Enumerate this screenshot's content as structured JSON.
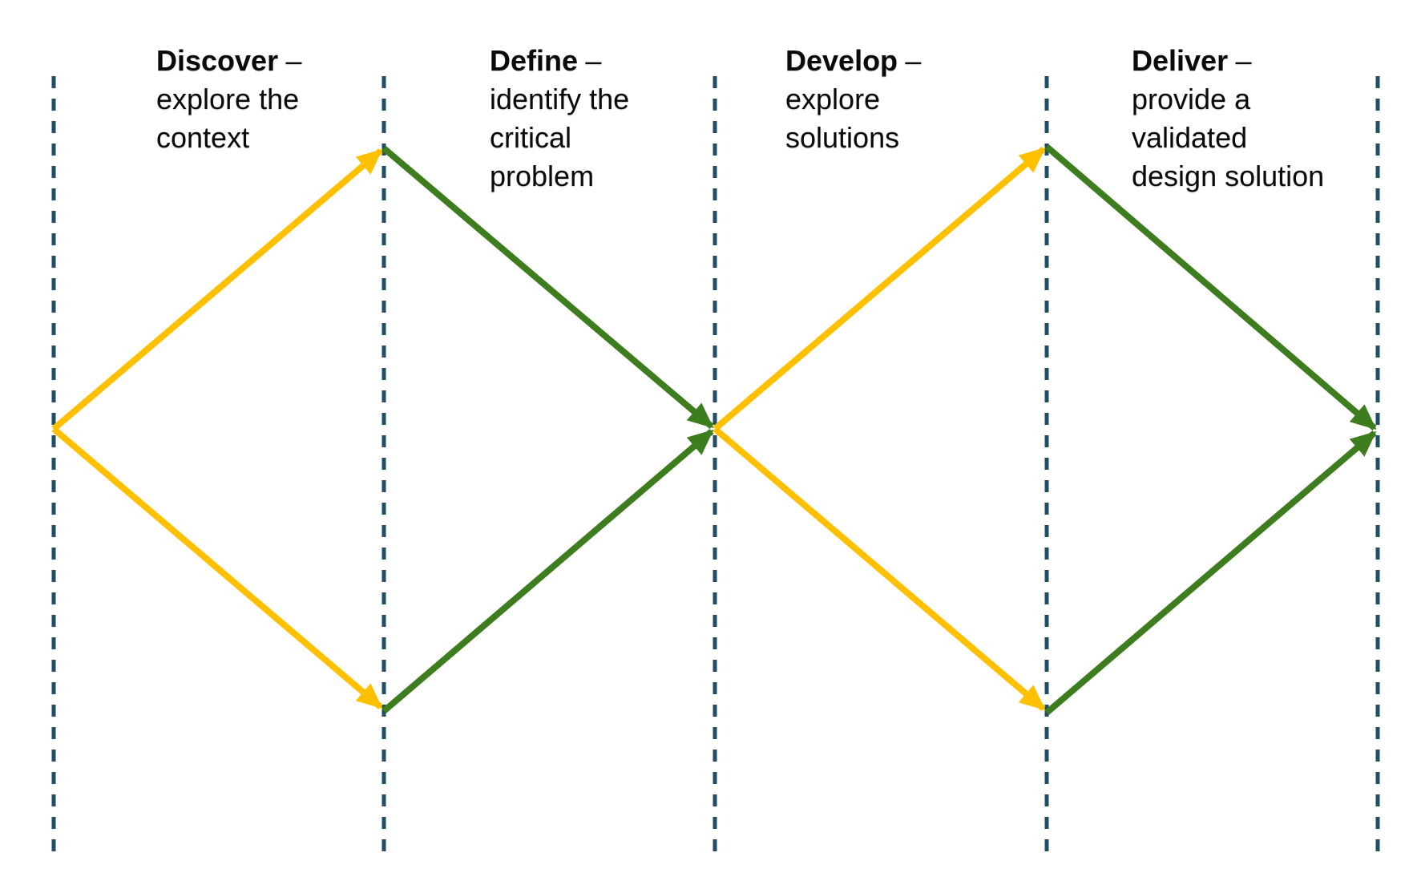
{
  "colors": {
    "divider": "#1F4E66",
    "diverge": "#FFC000",
    "converge": "#3E7D1E",
    "text": "#0A0A0A"
  },
  "phases": [
    {
      "title": "Discover",
      "sep": "–",
      "lines": [
        "explore the",
        "context"
      ]
    },
    {
      "title": "Define",
      "sep": "–",
      "lines": [
        "identify the",
        "critical",
        "problem"
      ]
    },
    {
      "title": "Develop",
      "sep": "–",
      "lines": [
        "explore",
        "solutions"
      ]
    },
    {
      "title": "Deliver",
      "sep": "–",
      "lines": [
        "provide a",
        "validated",
        "design solution"
      ]
    }
  ]
}
